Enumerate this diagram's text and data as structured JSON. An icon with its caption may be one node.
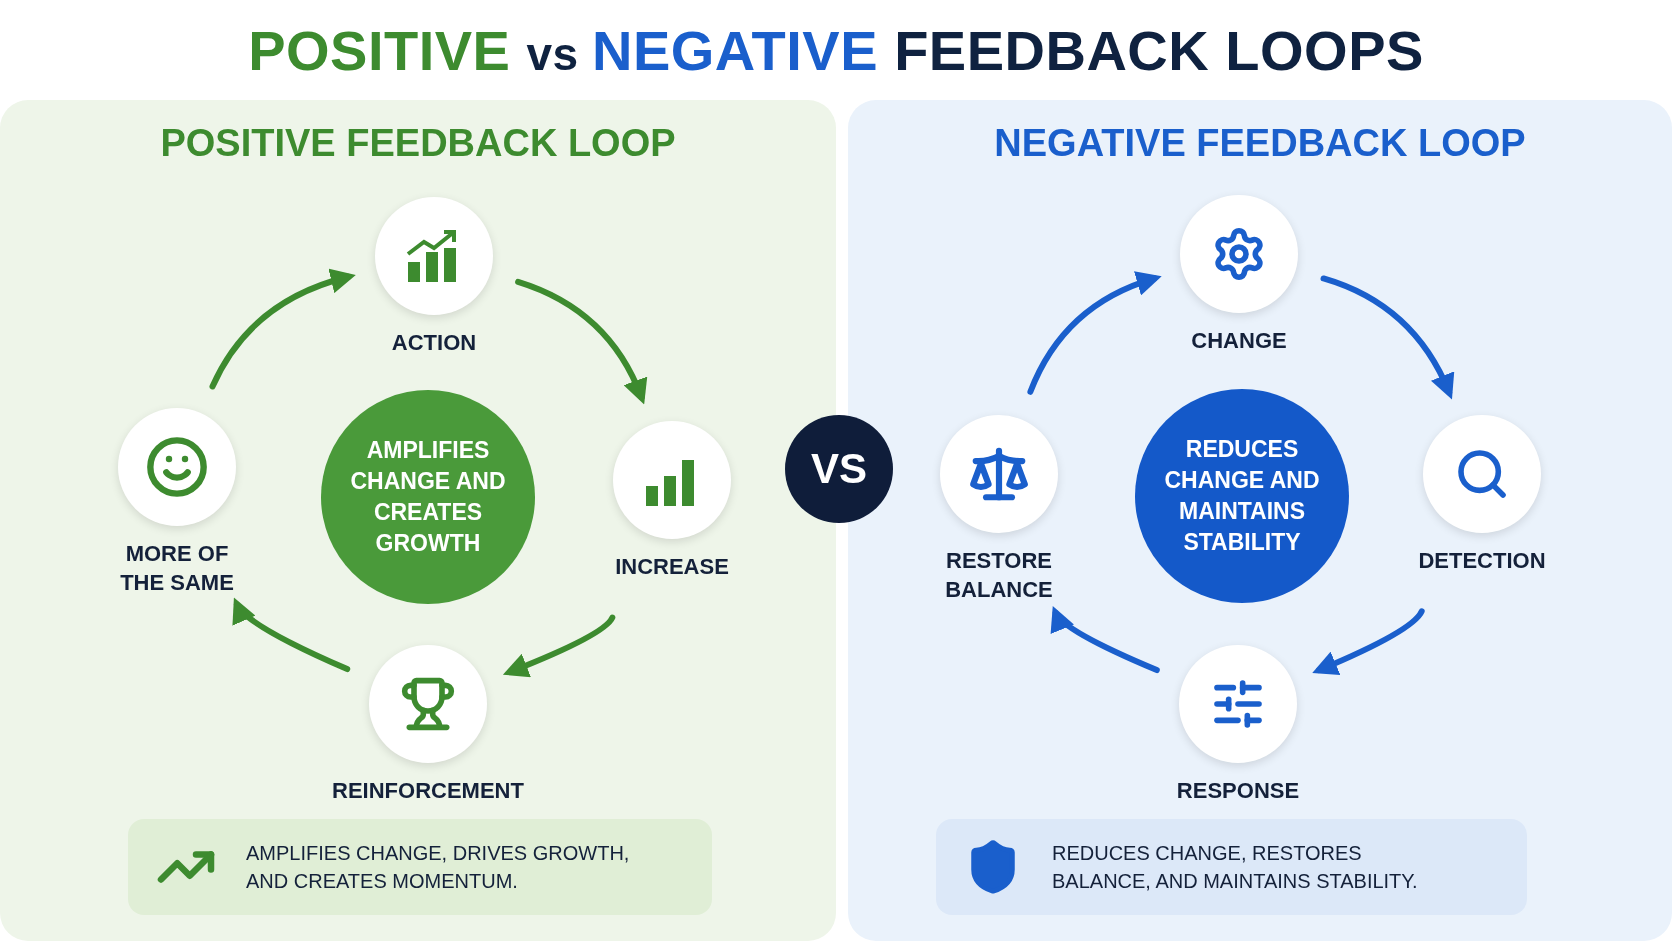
{
  "diagram": {
    "title": "POSITIVE vs NEGATIVE FEEDBACK LOOPS",
    "nodes": [
      {
        "text": [
          "POSITIVE FEEDBACK LOOP"
        ]
      },
      {
        "text": [
          "ACTION"
        ],
        "in": 0
      },
      {
        "text": [
          "INCREASE"
        ],
        "in": 0
      },
      {
        "text": [
          "REINFORCEMENT"
        ],
        "in": 0
      },
      {
        "text": [
          "MORE OF THE SAME"
        ],
        "in": 0
      },
      {
        "text": [
          "AMPLIFIES CHANGE AND CREATES GROWTH"
        ],
        "in": 0
      },
      {
        "text": [
          "AMPLIFIES CHANGE, DRIVES GROWTH, AND CREATES MOMENTUM."
        ],
        "in": 0
      },
      {
        "text": [
          "VS"
        ]
      },
      {
        "text": [
          "NEGATIVE FEEDBACK LOOP"
        ]
      },
      {
        "text": [
          "CHANGE"
        ],
        "in": 8
      },
      {
        "text": [
          "DETECTION"
        ],
        "in": 8
      },
      {
        "text": [
          "RESPONSE"
        ],
        "in": 8
      },
      {
        "text": [
          "RESTORE BALANCE"
        ],
        "in": 8
      },
      {
        "text": [
          "REDUCES CHANGE AND MAINTAINS STABILITY"
        ],
        "in": 8
      },
      {
        "text": [
          "REDUCES CHANGE, RESTORES BALANCE, AND MAINTAINS STABILITY."
        ],
        "in": 8
      }
    ],
    "edges": [
      {
        "from": 1,
        "to": 2,
        "arrow": "to",
        "color": "#3d8b2f"
      },
      {
        "from": 2,
        "to": 3,
        "arrow": "to",
        "color": "#3d8b2f"
      },
      {
        "from": 3,
        "to": 4,
        "arrow": "to",
        "color": "#3d8b2f"
      },
      {
        "from": 4,
        "to": 1,
        "arrow": "to",
        "color": "#3d8b2f"
      },
      {
        "from": 9,
        "to": 10,
        "arrow": "to",
        "color": "#1a5fcc"
      },
      {
        "from": 10,
        "to": 11,
        "arrow": "to",
        "color": "#1a5fcc"
      },
      {
        "from": 11,
        "to": 12,
        "arrow": "to",
        "color": "#1a5fcc"
      },
      {
        "from": 12,
        "to": 9,
        "arrow": "to",
        "color": "#1a5fcc"
      }
    ]
  }
}
